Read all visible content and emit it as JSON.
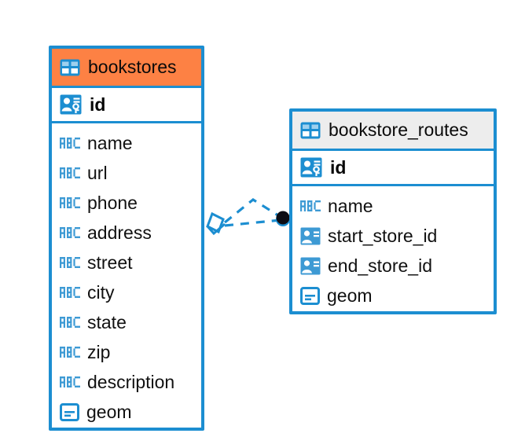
{
  "diagram": {
    "type": "entity-relationship-diagram",
    "background": "#ffffff",
    "accent_color": "#1c8ed1",
    "highlight_color": "#fd8144",
    "header_grey": "#ededed"
  },
  "entities": [
    {
      "name": "bookstores",
      "header_icon": "table-icon",
      "header_style": "orange",
      "primary_key": {
        "label": "id",
        "icon": "primary-key-icon"
      },
      "fields": [
        {
          "label": "name",
          "icon": "text-type-icon"
        },
        {
          "label": "url",
          "icon": "text-type-icon"
        },
        {
          "label": "phone",
          "icon": "text-type-icon"
        },
        {
          "label": "address",
          "icon": "text-type-icon"
        },
        {
          "label": "street",
          "icon": "text-type-icon"
        },
        {
          "label": "city",
          "icon": "text-type-icon"
        },
        {
          "label": "state",
          "icon": "text-type-icon"
        },
        {
          "label": "zip",
          "icon": "text-type-icon"
        },
        {
          "label": "description",
          "icon": "text-type-icon"
        },
        {
          "label": "geom",
          "icon": "geometry-type-icon"
        }
      ]
    },
    {
      "name": "bookstore_routes",
      "header_icon": "table-icon",
      "header_style": "grey",
      "primary_key": {
        "label": "id",
        "icon": "primary-key-icon"
      },
      "fields": [
        {
          "label": "name",
          "icon": "text-type-icon"
        },
        {
          "label": "start_store_id",
          "icon": "foreign-key-icon"
        },
        {
          "label": "end_store_id",
          "icon": "foreign-key-icon"
        },
        {
          "label": "geom",
          "icon": "geometry-type-icon"
        }
      ]
    }
  ],
  "relationship": {
    "source_entity": "bookstores",
    "target_entity": "bookstore_routes",
    "line_style": "dashed",
    "line_color": "#1c8ed1",
    "source_marker": "diamond-marker",
    "target_marker": "filled-circle-marker",
    "multiplicity": 2
  }
}
